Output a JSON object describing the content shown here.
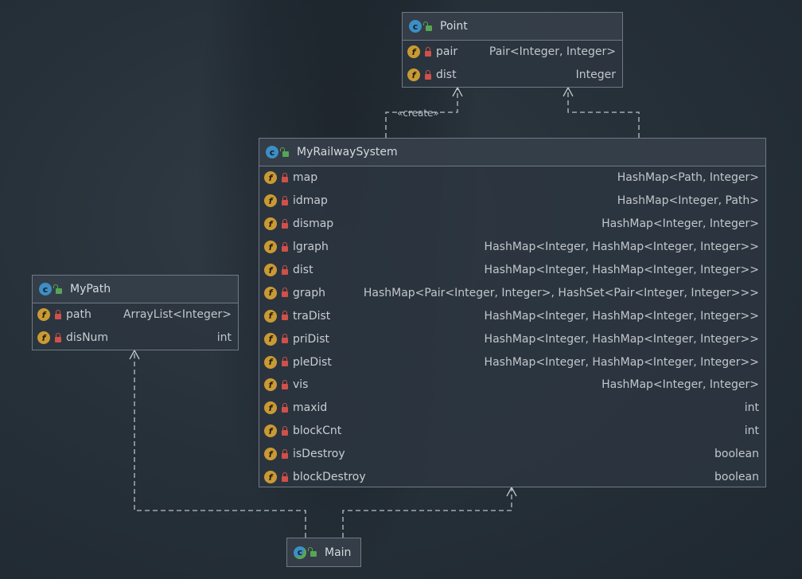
{
  "classes": {
    "point": {
      "name": "Point",
      "fields": [
        {
          "name": "pair",
          "type": "Pair<Integer, Integer>"
        },
        {
          "name": "dist",
          "type": "Integer"
        }
      ]
    },
    "railway": {
      "name": "MyRailwaySystem",
      "fields": [
        {
          "name": "map",
          "type": "HashMap<Path, Integer>"
        },
        {
          "name": "idmap",
          "type": "HashMap<Integer, Path>"
        },
        {
          "name": "dismap",
          "type": "HashMap<Integer, Integer>"
        },
        {
          "name": "lgraph",
          "type": "HashMap<Integer, HashMap<Integer, Integer>>"
        },
        {
          "name": "dist",
          "type": "HashMap<Integer, HashMap<Integer, Integer>>"
        },
        {
          "name": "graph",
          "type": "HashMap<Pair<Integer, Integer>, HashSet<Pair<Integer, Integer>>>"
        },
        {
          "name": "traDist",
          "type": "HashMap<Integer, HashMap<Integer, Integer>>"
        },
        {
          "name": "priDist",
          "type": "HashMap<Integer, HashMap<Integer, Integer>>"
        },
        {
          "name": "pleDist",
          "type": "HashMap<Integer, HashMap<Integer, Integer>>"
        },
        {
          "name": "vis",
          "type": "HashMap<Integer, Integer>"
        },
        {
          "name": "maxid",
          "type": "int"
        },
        {
          "name": "blockCnt",
          "type": "int"
        },
        {
          "name": "isDestroy",
          "type": "boolean"
        },
        {
          "name": "blockDestroy",
          "type": "boolean"
        }
      ]
    },
    "mypath": {
      "name": "MyPath",
      "fields": [
        {
          "name": "path",
          "type": "ArrayList<Integer>"
        },
        {
          "name": "disNum",
          "type": "int"
        }
      ]
    },
    "main": {
      "name": "Main"
    }
  },
  "relations": {
    "create_label": "«create»"
  },
  "icons": {
    "class_icon": "class-icon",
    "field_icon": "field-icon",
    "private_icon": "lock-icon",
    "public_icon": "unlock-icon",
    "class_letter": "c",
    "field_letter": "f"
  },
  "colors": {
    "class_icon": "#3e8ec4",
    "field_icon": "#c99a34",
    "private_lock": "#d0504a",
    "public_lock": "#58a455",
    "border": "#6f7a84"
  }
}
